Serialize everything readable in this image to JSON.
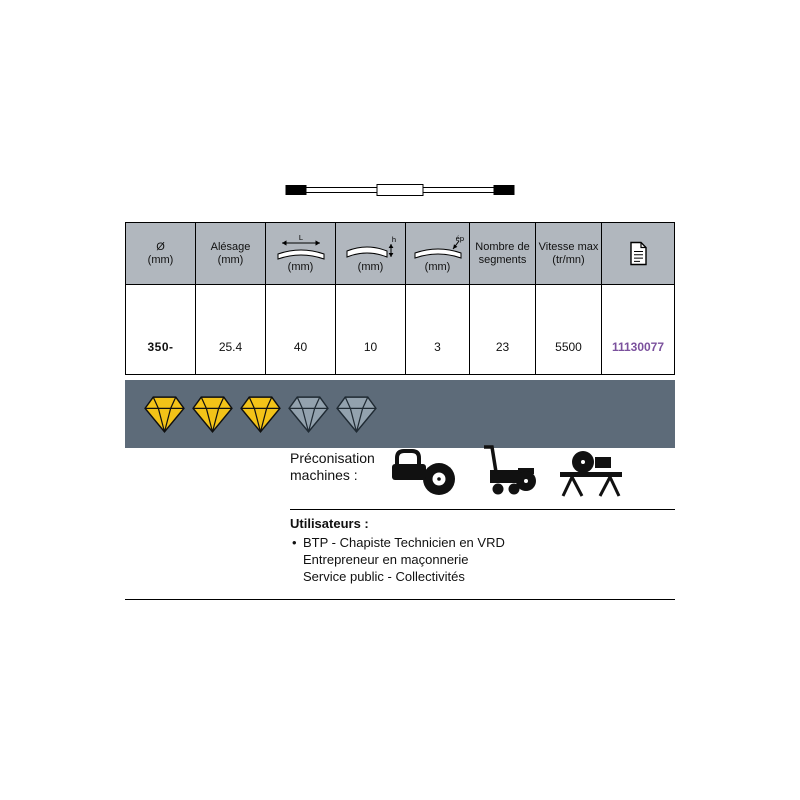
{
  "colors": {
    "header_bg": "#b1b7be",
    "band_bg": "#5d6b79",
    "reference_text": "#7b519d",
    "diamond_yellow": "#f3c318",
    "diamond_gray": "#93a2ae"
  },
  "table": {
    "columns": [
      {
        "id": "diameter",
        "label": "Ø",
        "unit": "(mm)"
      },
      {
        "id": "alesage",
        "label": "Alésage",
        "unit": "(mm)"
      },
      {
        "id": "segment_length",
        "dim": "L",
        "unit": "(mm)"
      },
      {
        "id": "segment_height",
        "dim": "h",
        "unit": "(mm)"
      },
      {
        "id": "segment_thickness",
        "dim": "ép",
        "unit": "(mm)"
      },
      {
        "id": "segments",
        "label": "Nombre de segments",
        "unit": ""
      },
      {
        "id": "speed",
        "label": "Vitesse max",
        "unit": "(tr/mn)"
      },
      {
        "id": "reference",
        "label": "",
        "unit": ""
      }
    ],
    "row": {
      "diameter": "350-",
      "alesage": "25.4",
      "segment_length": "40",
      "segment_height": "10",
      "segment_thickness": "3",
      "segments": "23",
      "speed": "5500",
      "reference": "11130077"
    }
  },
  "rating": {
    "yellow_count": 3,
    "gray_count": 2,
    "total": 5
  },
  "machines": {
    "label_line1": "Préconisation",
    "label_line2": "machines :"
  },
  "users": {
    "title": "Utilisateurs :",
    "bullet": "•",
    "lines": [
      "BTP - Chapiste Technicien en VRD",
      "Entrepreneur en maçonnerie",
      "Service public - Collectivités"
    ]
  }
}
